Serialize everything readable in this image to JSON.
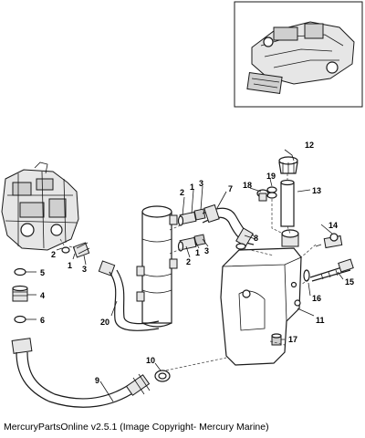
{
  "callouts": {
    "c1a": "1",
    "c1b": "1",
    "c1c": "1",
    "c2a": "2",
    "c2b": "2",
    "c2c": "2",
    "c3a": "3",
    "c3b": "3",
    "c3c": "3",
    "c4": "4",
    "c5": "5",
    "c6": "6",
    "c7": "7",
    "c8": "8",
    "c9": "9",
    "c10": "10",
    "c11": "11",
    "c12": "12",
    "c13": "13",
    "c14": "14",
    "c15": "15",
    "c16": "16",
    "c17": "17",
    "c18": "18",
    "c19": "19",
    "c20": "20"
  },
  "footer": {
    "copyright": "MercuryPartsOnline v2.5.1 (Image Copyright- Mercury Marine)"
  }
}
